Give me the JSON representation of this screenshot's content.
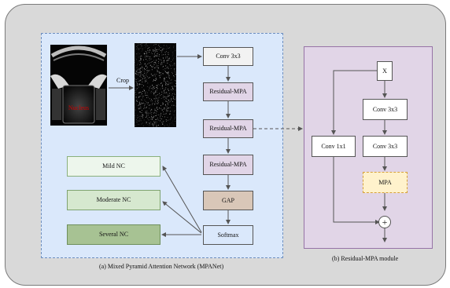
{
  "panel_a": {
    "caption_main": "(a) Mixed Pyramid Attention Network (",
    "caption_abbr": "MPANet",
    "caption_close": ")",
    "image_label": "Nucleus",
    "crop_label": "Crop",
    "conv3x3": "Conv 3x3",
    "residual_mpa": "Residual-MPA",
    "gap": "GAP",
    "softmax": "Softmax",
    "classes": [
      "Mild NC",
      "Moderate NC",
      "Several NC"
    ]
  },
  "panel_b": {
    "caption": "(b) Residual-MPA module",
    "x": "X",
    "conv3x3_a": "Conv 3x3",
    "conv3x3_b": "Conv 3x3",
    "conv1x1": "Conv 1x1",
    "mpa": "MPA",
    "sum_symbol": "+"
  },
  "colors": {
    "panel_a_bg": "#dae8fb",
    "panel_b_bg": "#e1d5e7",
    "module_box": "#e1d5e7",
    "gap_box": "#d9c7b8",
    "mild_box": "#edf6ec",
    "moderate_box": "#d6e8cf",
    "several_box": "#a7c293",
    "mpa_box": "#fff2cc",
    "nucleus_text": "#cc0000"
  }
}
